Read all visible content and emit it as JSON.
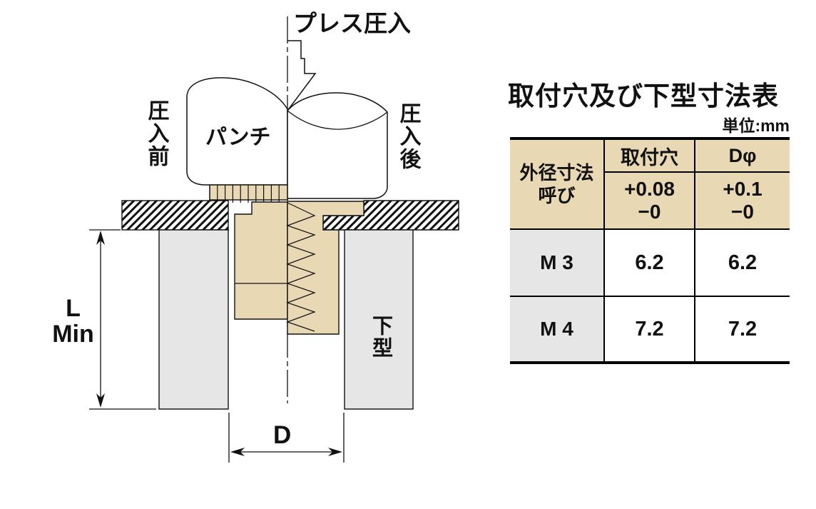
{
  "diagram": {
    "press_label": "プレス圧入",
    "before_label": "圧入前",
    "punch_label": "パンチ",
    "after_label": "圧入後",
    "die_label": "下型",
    "l_min_label": "L\nMin",
    "d_label": "D",
    "colors": {
      "fastener": "#e8d8b4",
      "die": "#e6e6e6",
      "line": "#111111"
    }
  },
  "table": {
    "title": "取付穴及び下型寸法表",
    "unit": "単位:mm",
    "header": {
      "name_col": [
        "外径寸法",
        "呼び"
      ],
      "hole_col": "取付穴",
      "hole_tolerance": [
        "+0.08",
        "−0"
      ],
      "d_col": "Dφ",
      "d_tolerance": [
        "+0.1",
        "−0"
      ]
    },
    "rows": [
      {
        "size": "M 3",
        "hole": "6.2",
        "d": "6.2"
      },
      {
        "size": "M 4",
        "hole": "7.2",
        "d": "7.2"
      }
    ],
    "colors": {
      "header_bg": "#e8d8b4",
      "name_bg": "#e6e6e6"
    }
  }
}
